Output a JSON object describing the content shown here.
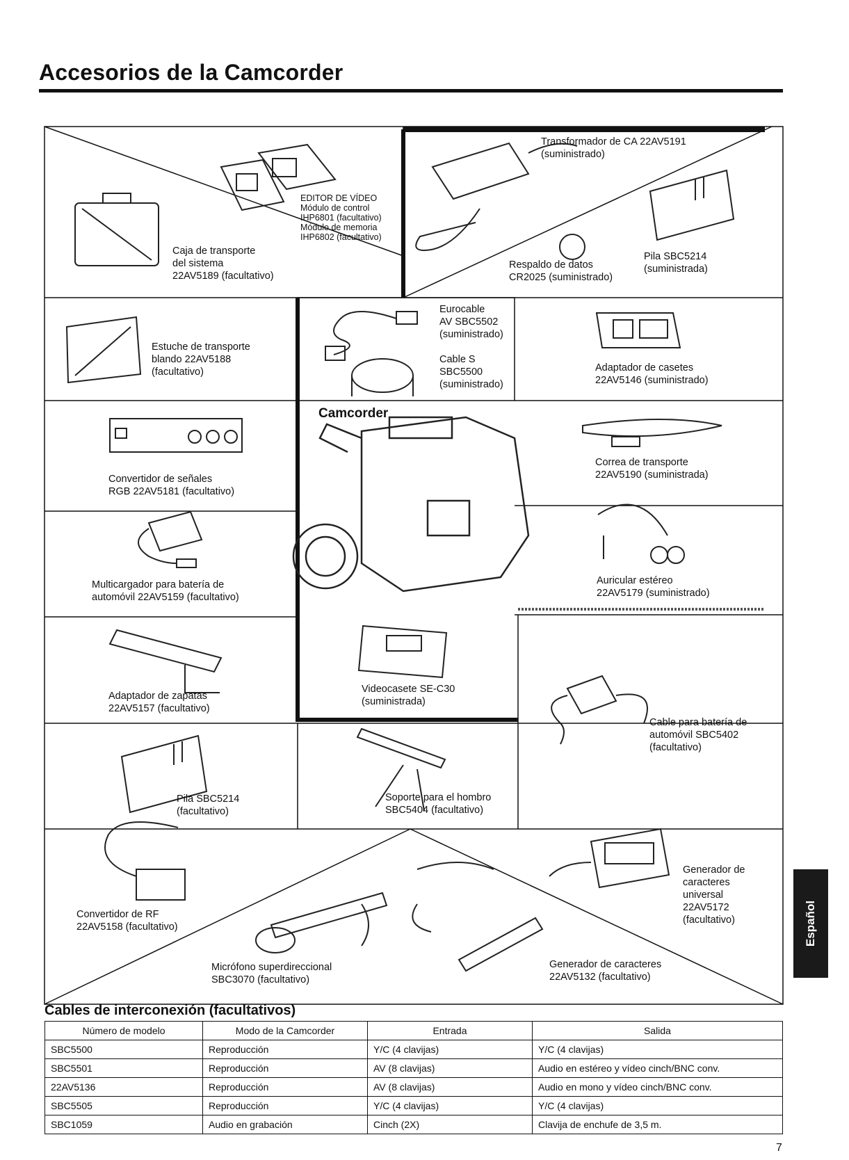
{
  "page": {
    "title": "Accesorios de la Camcorder",
    "language_tab": "Español",
    "page_number": "7"
  },
  "center": {
    "label": "Camcorder"
  },
  "accessories": {
    "system_case": "Caja de transporte\ndel sistema\n22AV5189 (facultativo)",
    "video_editor": "EDITOR DE VÍDEO\nMódulo de control\nIHP6801 (facultativo)\nMódulo de memoria\nIHP6802 (facultativo)",
    "ac_adapter": "Transformador de CA 22AV5191\n(suministrado)",
    "data_backup": "Respaldo de datos\nCR2025 (suministrado)",
    "battery_supplied": "Pila SBC5214\n(suministrada)",
    "soft_case": "Estuche de transporte\nblando 22AV5188\n(facultativo)",
    "eurocable": "Eurocable\nAV SBC5502\n(suministrado)",
    "s_cable": "Cable S\nSBC5500\n(suministrado)",
    "cassette_adapter": "Adaptador de casetes\n22AV5146 (suministrado)",
    "rgb_converter": "Convertidor de señales\nRGB 22AV5181 (facultativo)",
    "carry_strap": "Correa de transporte\n22AV5190 (suministrada)",
    "car_charger": "Multicargador para batería de\nautomóvil 22AV5159 (facultativo)",
    "earphone": "Auricular estéreo\n22AV5179 (suministrado)",
    "shoe_adapter": "Adaptador de zapatas\n22AV5157 (facultativo)",
    "videocassette": "Videocasete SE-C30\n(suministrada)",
    "car_battery_cable": "Cable para batería de\nautomóvil SBC5402\n(facultativo)",
    "battery_optional": "Pila SBC5214\n(facultativo)",
    "shoulder_support": "Soporte para el hombro\nSBC5404 (facultativo)",
    "rf_converter": "Convertidor de RF\n22AV5158 (facultativo)",
    "microphone": "Micrófono superdireccional\nSBC3070 (facultativo)",
    "char_gen_universal": "Generador de\ncaracteres\nuniversal\n22AV5172\n(facultativo)",
    "char_gen": "Generador de caracteres\n22AV5132 (facultativo)"
  },
  "cables": {
    "title": "Cables de interconexión (facultativos)",
    "headers": [
      "Número de modelo",
      "Modo de la Camcorder",
      "Entrada",
      "Salida"
    ],
    "rows": [
      [
        "SBC5500",
        "Reproducción",
        "Y/C (4 clavijas)",
        "Y/C (4 clavijas)"
      ],
      [
        "SBC5501",
        "Reproducción",
        "AV (8 clavijas)",
        "Audio en estéreo y vídeo cinch/BNC conv."
      ],
      [
        "22AV5136",
        "Reproducción",
        "AV (8 clavijas)",
        "Audio en mono y vídeo cinch/BNC conv."
      ],
      [
        "SBC5505",
        "Reproducción",
        "Y/C (4 clavijas)",
        "Y/C (4 clavijas)"
      ],
      [
        "SBC1059",
        "Audio en grabación",
        "Cinch (2X)",
        "Clavija de enchufe de 3,5 m."
      ]
    ]
  }
}
